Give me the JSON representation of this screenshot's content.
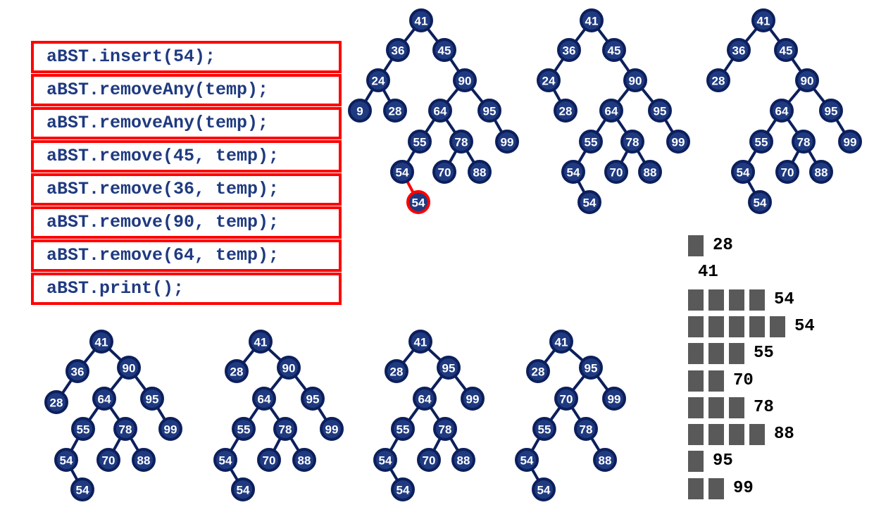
{
  "code_lines": [
    "aBST.insert(54);",
    "aBST.removeAny(temp);",
    "aBST.removeAny(temp);",
    "aBST.remove(45, temp);",
    "aBST.remove(36, temp);",
    "aBST.remove(90, temp);",
    "aBST.remove(64, temp);",
    "aBST.print();"
  ],
  "colors": {
    "node_fill": "#1f3a80",
    "node_outline": "#0c1f5c",
    "highlight": "#ff0000",
    "code_text": "#1f3a80",
    "print_bar": "#595959"
  },
  "trees": [
    {
      "name": "tree-after-insert-54",
      "nodes": [
        {
          "id": "a",
          "label": "41"
        },
        {
          "id": "b",
          "label": "36"
        },
        {
          "id": "c",
          "label": "45"
        },
        {
          "id": "d",
          "label": "24"
        },
        {
          "id": "e",
          "label": "90"
        },
        {
          "id": "f",
          "label": "9"
        },
        {
          "id": "g",
          "label": "28"
        },
        {
          "id": "h",
          "label": "64"
        },
        {
          "id": "i",
          "label": "95"
        },
        {
          "id": "j",
          "label": "55"
        },
        {
          "id": "k",
          "label": "78"
        },
        {
          "id": "l",
          "label": "99"
        },
        {
          "id": "m",
          "label": "54"
        },
        {
          "id": "n",
          "label": "70"
        },
        {
          "id": "o",
          "label": "88"
        },
        {
          "id": "p",
          "label": "54",
          "highlight": true
        }
      ],
      "edges": [
        [
          "a",
          "b"
        ],
        [
          "a",
          "c"
        ],
        [
          "b",
          "d"
        ],
        [
          "c",
          "e"
        ],
        [
          "d",
          "f"
        ],
        [
          "d",
          "g"
        ],
        [
          "e",
          "h"
        ],
        [
          "e",
          "i"
        ],
        [
          "h",
          "j"
        ],
        [
          "h",
          "k"
        ],
        [
          "i",
          "l"
        ],
        [
          "j",
          "m"
        ],
        [
          "k",
          "n"
        ],
        [
          "k",
          "o"
        ],
        [
          "m",
          "p",
          true
        ]
      ]
    },
    {
      "name": "tree-after-remove-any-1",
      "nodes": [
        {
          "id": "a",
          "label": "41"
        },
        {
          "id": "b",
          "label": "36"
        },
        {
          "id": "c",
          "label": "45"
        },
        {
          "id": "d",
          "label": "24"
        },
        {
          "id": "e",
          "label": "90"
        },
        {
          "id": "g",
          "label": "28"
        },
        {
          "id": "h",
          "label": "64"
        },
        {
          "id": "i",
          "label": "95"
        },
        {
          "id": "j",
          "label": "55"
        },
        {
          "id": "k",
          "label": "78"
        },
        {
          "id": "l",
          "label": "99"
        },
        {
          "id": "m",
          "label": "54"
        },
        {
          "id": "n",
          "label": "70"
        },
        {
          "id": "o",
          "label": "88"
        },
        {
          "id": "p",
          "label": "54"
        }
      ],
      "edges": [
        [
          "a",
          "b"
        ],
        [
          "a",
          "c"
        ],
        [
          "b",
          "d"
        ],
        [
          "c",
          "e"
        ],
        [
          "d",
          "g"
        ],
        [
          "e",
          "h"
        ],
        [
          "e",
          "i"
        ],
        [
          "h",
          "j"
        ],
        [
          "h",
          "k"
        ],
        [
          "i",
          "l"
        ],
        [
          "j",
          "m"
        ],
        [
          "k",
          "n"
        ],
        [
          "k",
          "o"
        ],
        [
          "m",
          "p"
        ]
      ]
    },
    {
      "name": "tree-after-remove-any-2",
      "nodes": [
        {
          "id": "a",
          "label": "41"
        },
        {
          "id": "b",
          "label": "36"
        },
        {
          "id": "c",
          "label": "45"
        },
        {
          "id": "g",
          "label": "28"
        },
        {
          "id": "e",
          "label": "90"
        },
        {
          "id": "h",
          "label": "64"
        },
        {
          "id": "i",
          "label": "95"
        },
        {
          "id": "j",
          "label": "55"
        },
        {
          "id": "k",
          "label": "78"
        },
        {
          "id": "l",
          "label": "99"
        },
        {
          "id": "m",
          "label": "54"
        },
        {
          "id": "n",
          "label": "70"
        },
        {
          "id": "o",
          "label": "88"
        },
        {
          "id": "p",
          "label": "54"
        }
      ],
      "edges": [
        [
          "a",
          "b"
        ],
        [
          "a",
          "c"
        ],
        [
          "b",
          "g"
        ],
        [
          "c",
          "e"
        ],
        [
          "e",
          "h"
        ],
        [
          "e",
          "i"
        ],
        [
          "h",
          "j"
        ],
        [
          "h",
          "k"
        ],
        [
          "i",
          "l"
        ],
        [
          "j",
          "m"
        ],
        [
          "k",
          "n"
        ],
        [
          "k",
          "o"
        ],
        [
          "m",
          "p"
        ]
      ]
    },
    {
      "name": "tree-after-remove-45",
      "nodes": [
        {
          "id": "a",
          "label": "41"
        },
        {
          "id": "b",
          "label": "36"
        },
        {
          "id": "e",
          "label": "90"
        },
        {
          "id": "g",
          "label": "28"
        },
        {
          "id": "h",
          "label": "64"
        },
        {
          "id": "i",
          "label": "95"
        },
        {
          "id": "j",
          "label": "55"
        },
        {
          "id": "k",
          "label": "78"
        },
        {
          "id": "l",
          "label": "99"
        },
        {
          "id": "m",
          "label": "54"
        },
        {
          "id": "n",
          "label": "70"
        },
        {
          "id": "o",
          "label": "88"
        },
        {
          "id": "p",
          "label": "54"
        }
      ],
      "edges": [
        [
          "a",
          "b"
        ],
        [
          "a",
          "e"
        ],
        [
          "b",
          "g"
        ],
        [
          "e",
          "h"
        ],
        [
          "e",
          "i"
        ],
        [
          "h",
          "j"
        ],
        [
          "h",
          "k"
        ],
        [
          "i",
          "l"
        ],
        [
          "j",
          "m"
        ],
        [
          "k",
          "n"
        ],
        [
          "k",
          "o"
        ],
        [
          "m",
          "p"
        ]
      ]
    },
    {
      "name": "tree-after-remove-36",
      "nodes": [
        {
          "id": "a",
          "label": "41"
        },
        {
          "id": "g",
          "label": "28"
        },
        {
          "id": "e",
          "label": "90"
        },
        {
          "id": "h",
          "label": "64"
        },
        {
          "id": "i",
          "label": "95"
        },
        {
          "id": "j",
          "label": "55"
        },
        {
          "id": "k",
          "label": "78"
        },
        {
          "id": "l",
          "label": "99"
        },
        {
          "id": "m",
          "label": "54"
        },
        {
          "id": "n",
          "label": "70"
        },
        {
          "id": "o",
          "label": "88"
        },
        {
          "id": "p",
          "label": "54"
        }
      ],
      "edges": [
        [
          "a",
          "g"
        ],
        [
          "a",
          "e"
        ],
        [
          "e",
          "h"
        ],
        [
          "e",
          "i"
        ],
        [
          "h",
          "j"
        ],
        [
          "h",
          "k"
        ],
        [
          "i",
          "l"
        ],
        [
          "j",
          "m"
        ],
        [
          "k",
          "n"
        ],
        [
          "k",
          "o"
        ],
        [
          "m",
          "p"
        ]
      ]
    },
    {
      "name": "tree-after-remove-90",
      "nodes": [
        {
          "id": "a",
          "label": "41"
        },
        {
          "id": "g",
          "label": "28"
        },
        {
          "id": "e",
          "label": "95"
        },
        {
          "id": "h",
          "label": "64"
        },
        {
          "id": "l",
          "label": "99"
        },
        {
          "id": "j",
          "label": "55"
        },
        {
          "id": "k",
          "label": "78"
        },
        {
          "id": "m",
          "label": "54"
        },
        {
          "id": "n",
          "label": "70"
        },
        {
          "id": "o",
          "label": "88"
        },
        {
          "id": "p",
          "label": "54"
        }
      ],
      "edges": [
        [
          "a",
          "g"
        ],
        [
          "a",
          "e"
        ],
        [
          "e",
          "h"
        ],
        [
          "e",
          "l"
        ],
        [
          "h",
          "j"
        ],
        [
          "h",
          "k"
        ],
        [
          "j",
          "m"
        ],
        [
          "k",
          "n"
        ],
        [
          "k",
          "o"
        ],
        [
          "m",
          "p"
        ]
      ]
    },
    {
      "name": "tree-after-remove-64",
      "nodes": [
        {
          "id": "a",
          "label": "41"
        },
        {
          "id": "g",
          "label": "28"
        },
        {
          "id": "e",
          "label": "95"
        },
        {
          "id": "h",
          "label": "70"
        },
        {
          "id": "l",
          "label": "99"
        },
        {
          "id": "j",
          "label": "55"
        },
        {
          "id": "k",
          "label": "78"
        },
        {
          "id": "m",
          "label": "54"
        },
        {
          "id": "o",
          "label": "88"
        },
        {
          "id": "p",
          "label": "54"
        }
      ],
      "edges": [
        [
          "a",
          "g"
        ],
        [
          "a",
          "e"
        ],
        [
          "e",
          "h"
        ],
        [
          "e",
          "l"
        ],
        [
          "h",
          "j"
        ],
        [
          "h",
          "k"
        ],
        [
          "j",
          "m"
        ],
        [
          "k",
          "o"
        ],
        [
          "m",
          "p"
        ]
      ]
    }
  ],
  "print_output": [
    {
      "value": "28",
      "depth": 1
    },
    {
      "value": "41",
      "depth": 0
    },
    {
      "value": "54",
      "depth": 4
    },
    {
      "value": "54",
      "depth": 5
    },
    {
      "value": "55",
      "depth": 3
    },
    {
      "value": "70",
      "depth": 2
    },
    {
      "value": "78",
      "depth": 3
    },
    {
      "value": "88",
      "depth": 4
    },
    {
      "value": "95",
      "depth": 1
    },
    {
      "value": "99",
      "depth": 2
    }
  ]
}
